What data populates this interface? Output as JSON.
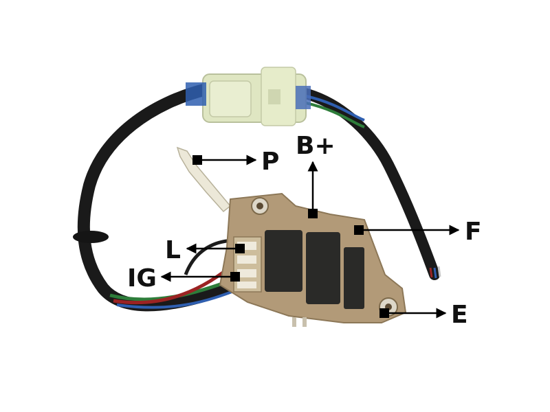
{
  "labels": {
    "p": "P",
    "b_plus": "B+",
    "f": "F",
    "l": "L",
    "ig": "IG",
    "e": "E"
  },
  "colors": {
    "cable_jacket": "#1a1a1a",
    "connector": "#dfe6c2",
    "regulator_body": "#b29a78",
    "regulator_dark": "#2a2a28",
    "wire_green": "#2e7d3a",
    "wire_red": "#9b2323",
    "wire_blue": "#2f5fb0",
    "wire_black": "#1c1c1c",
    "marker": "#000000"
  }
}
